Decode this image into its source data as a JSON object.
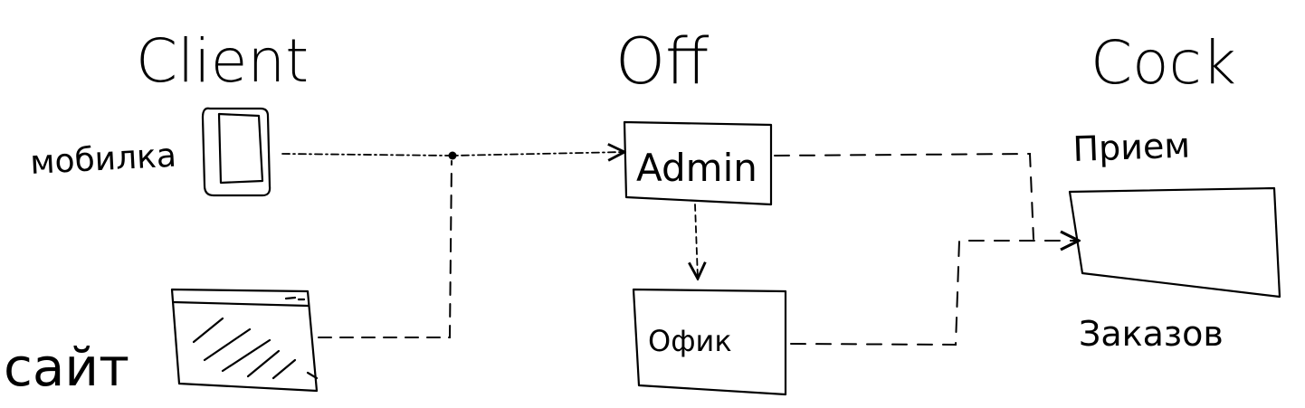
{
  "columns": {
    "client": "Client",
    "office": "Off",
    "cook": "Cock"
  },
  "nodes": {
    "mobile": "мобилка",
    "site": "сайт",
    "admin": "Admin",
    "office": "Офик",
    "orders_top": "Прием",
    "orders_bottom": "Заказов"
  }
}
